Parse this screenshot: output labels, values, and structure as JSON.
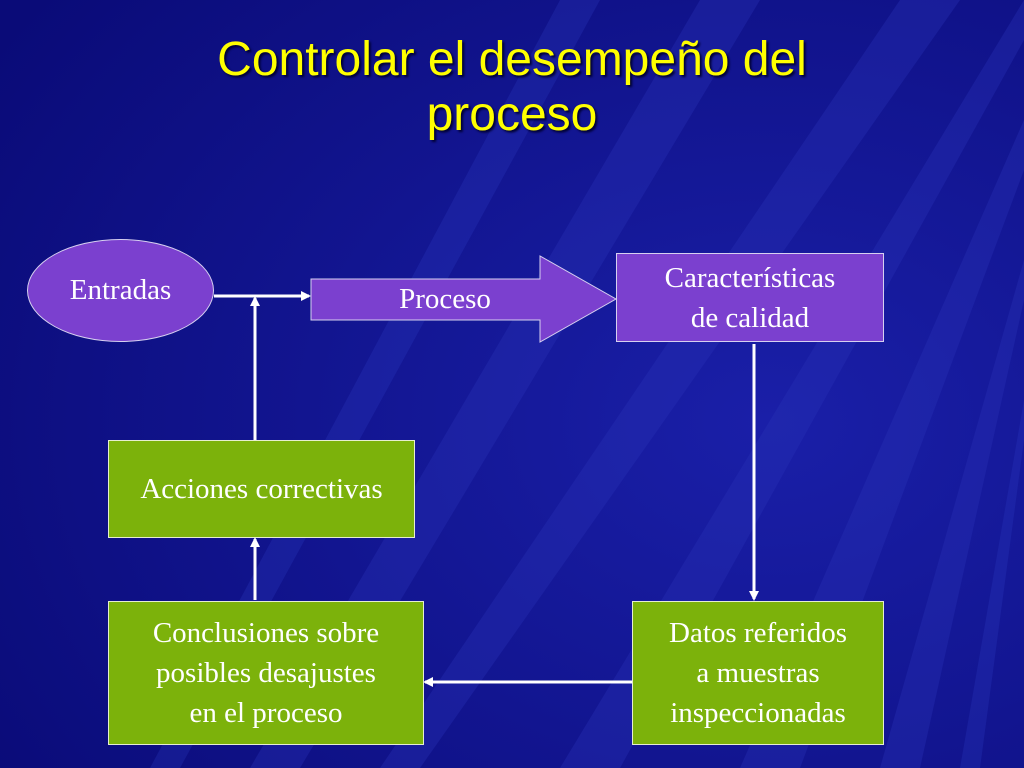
{
  "title": {
    "line1": "Controlar el desempeño del",
    "line2": "proceso"
  },
  "nodes": {
    "entradas": "Entradas",
    "proceso": "Proceso",
    "caracteristicas": {
      "line1": "Características",
      "line2": "de calidad"
    },
    "acciones": "Acciones correctivas",
    "conclusiones": {
      "line1": "Conclusiones sobre",
      "line2": "posibles desajustes",
      "line3": "en el proceso"
    },
    "datos": {
      "line1": "Datos referidos",
      "line2": "a muestras",
      "line3": "inspeccionadas"
    }
  },
  "colors": {
    "background": "#0e0f8a",
    "title": "#ffff00",
    "purple_node": "#7b40cf",
    "green_node": "#7cb20b",
    "connector": "#ffffff"
  }
}
